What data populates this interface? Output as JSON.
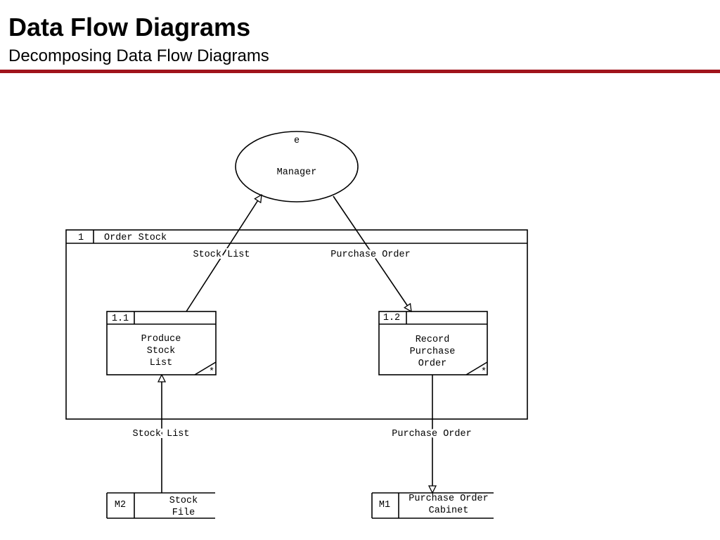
{
  "header": {
    "title": "Data Flow Diagrams",
    "subtitle": "Decomposing Data Flow Diagrams",
    "rule_color": "#a0141c"
  },
  "diagram": {
    "entity": {
      "id": "e",
      "name": "Manager"
    },
    "parent_process": {
      "id": "1",
      "name": "Order Stock"
    },
    "subprocesses": [
      {
        "id": "1.1",
        "lines": [
          "Produce",
          "Stock",
          "List"
        ],
        "marker": "*"
      },
      {
        "id": "1.2",
        "lines": [
          "Record",
          "Purchase",
          "Order"
        ],
        "marker": "*"
      }
    ],
    "stores": [
      {
        "id": "M2",
        "lines": [
          "Stock",
          "File"
        ]
      },
      {
        "id": "M1",
        "lines": [
          "Purchase Order",
          "Cabinet"
        ]
      }
    ],
    "flows": [
      {
        "label": "Stock List",
        "from": "1.1",
        "to": "e"
      },
      {
        "label": "Purchase Order",
        "from": "e",
        "to": "1.2"
      },
      {
        "label": "Stock List",
        "from": "M2",
        "to": "1.1"
      },
      {
        "label": "Purchase Order",
        "from": "1.2",
        "to": "M1"
      }
    ]
  }
}
